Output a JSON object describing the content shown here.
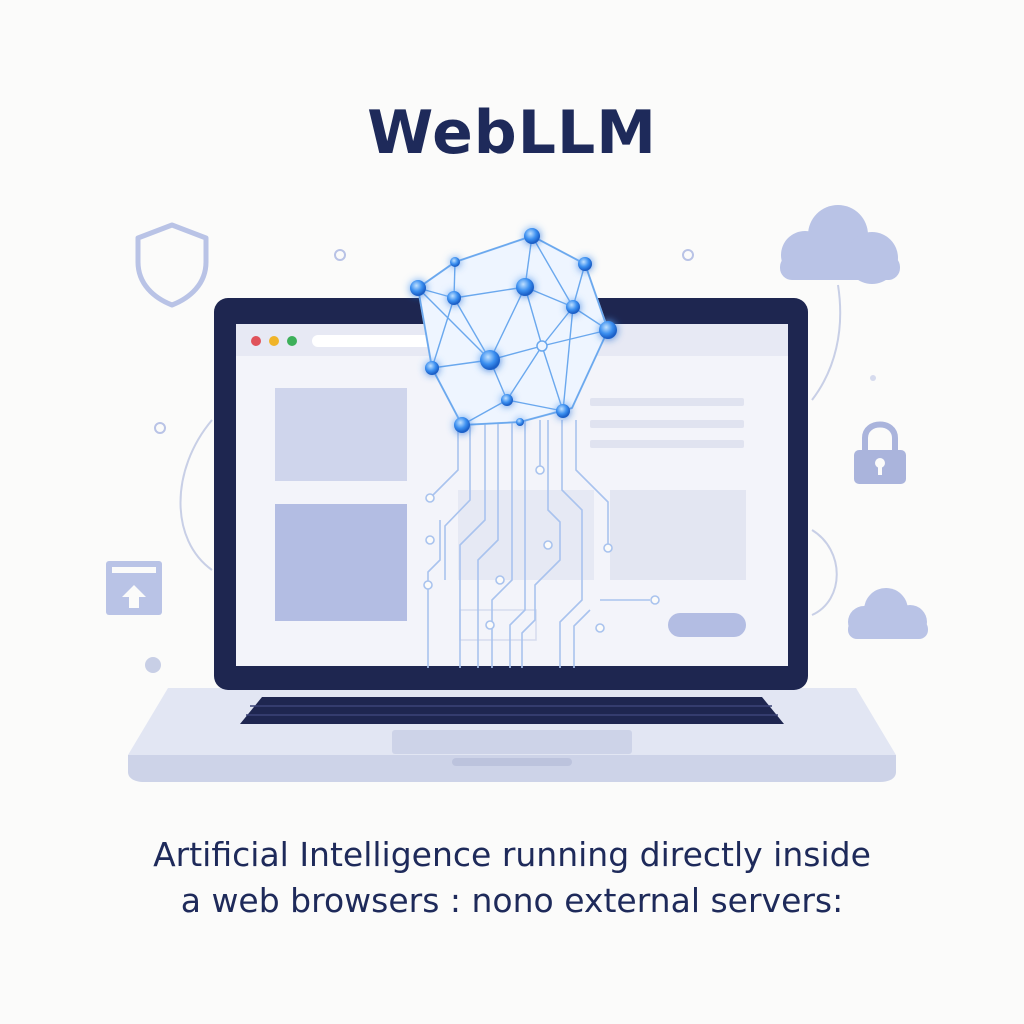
{
  "title": "WebLLM",
  "caption": {
    "line1": "Artificial Intelligence running directly inside",
    "line2": "a web browsers : nono external servers:"
  },
  "icons": {
    "shield": "shield-icon",
    "cloud": "cloud-icon",
    "lock": "lock-icon",
    "upload": "upload-window-icon",
    "brain": "neural-network-brain-icon"
  },
  "colors": {
    "title": "#1e2a5a",
    "laptop_bezel": "#1e2650",
    "accent_blue": "#3b8ff0",
    "soft_lavender": "#b9c3e6"
  }
}
